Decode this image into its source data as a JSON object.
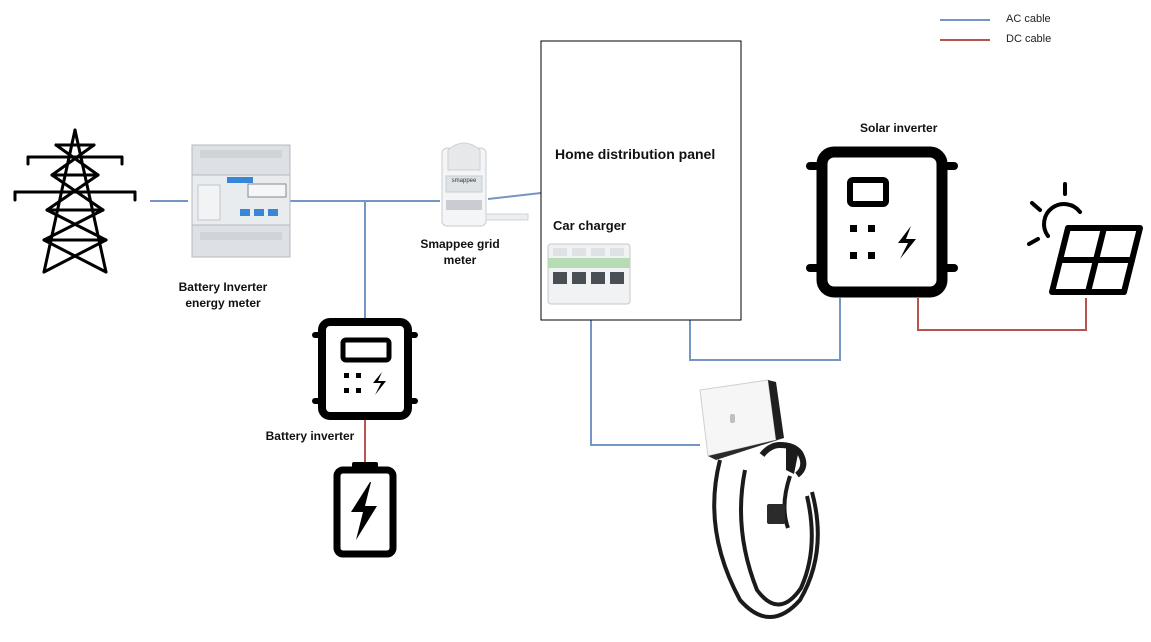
{
  "legend": {
    "ac_label": "AC cable",
    "dc_label": "DC cable",
    "ac_color": "#7396c4",
    "dc_color": "#b85450"
  },
  "labels": {
    "energy_meter": "Battery Inverter energy meter",
    "grid_meter": "Smappee grid meter",
    "battery_inverter": "Battery inverter",
    "distribution_panel": "Home distribution panel",
    "car_charger": "Car charger",
    "solar_inverter": "Solar inverter"
  },
  "device_text": {
    "smappee_logo": "smappee"
  },
  "icons": [
    "power-pylon-icon",
    "energy-meter-icon",
    "smappee-meter-icon",
    "battery-inverter-icon",
    "battery-icon",
    "circuit-breaker-icon",
    "solar-inverter-icon",
    "sun-icon",
    "solar-panel-icon",
    "ev-charger-icon"
  ]
}
